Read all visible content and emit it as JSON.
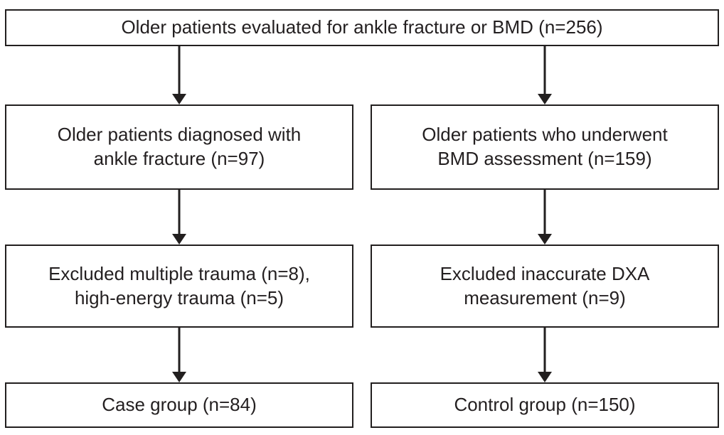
{
  "style": {
    "line_color": "#221f1f",
    "text_color": "#231f20",
    "background": "#ffffff"
  },
  "flowchart": {
    "top_box": "Older patients evaluated for ankle fracture or BMD (n=256)",
    "left_branch": {
      "diagnosed": {
        "line1": "Older patients diagnosed with",
        "line2": "ankle fracture (n=97)"
      },
      "excluded": {
        "line1": "Excluded multiple trauma (n=8),",
        "line2": "high-energy trauma (n=5)"
      },
      "final_group": "Case group (n=84)"
    },
    "right_branch": {
      "assessed": {
        "line1": "Older patients who underwent",
        "line2": "BMD assessment (n=159)"
      },
      "excluded": {
        "line1": "Excluded inaccurate DXA",
        "line2": "measurement (n=9)"
      },
      "final_group": "Control group (n=150)"
    }
  }
}
